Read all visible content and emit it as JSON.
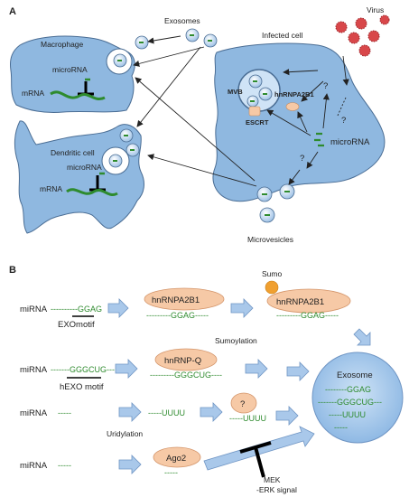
{
  "panel_a": {
    "label": "A",
    "macrophage": "Macrophage",
    "dendritic": "Dendritic cell",
    "infected": "Infected cell",
    "exosomes": "Exosomes",
    "virus": "Virus",
    "microvesicles": "Microvesicles",
    "microrna": "microRNA",
    "mrna": "mRNA",
    "mvb": "MVB",
    "escrt": "ESCRT",
    "hnrnp": "hnRNPA2B1",
    "question": "?"
  },
  "panel_b": {
    "label": "B",
    "mirna": "miRNA",
    "row1_seq": "----------GGAG",
    "exomotif": "EXOmotif",
    "hnrnpa2b1": "hnRNPA2B1",
    "row1_bound": "---------GGAG-----",
    "sumo": "Sumo",
    "sumoylation": "Sumoylation",
    "row2_seq": "-------GGGCUG---",
    "hexo_motif": "hEXO motif",
    "hnrnpq": "hnRNP-Q",
    "row2_bound": "---------GGGCUG----",
    "row3_seq": "-----",
    "row3_uridyl": "-----UUUU",
    "uridylation": "Uridylation",
    "row3_unknown": "?",
    "row3_bound": "-----UUUU",
    "row4_seq": "-----",
    "ago2": "Ago2",
    "row4_bound": "-----",
    "mek": "MEK",
    "erk": "-ERK signal",
    "exosome": "Exosome",
    "exo_lines": [
      "--------GGAG",
      "-------GGGCUG---",
      "-----UUUU",
      "-----"
    ]
  },
  "colors": {
    "cell_fill": "#8fb8e0",
    "cell_stroke": "#4a6d94",
    "box_fill": "#f6c9a6",
    "arrow_fill": "#a9c8ea",
    "arrow_stroke": "#6f95c4",
    "green": "#2e8b2e",
    "sumo": "#f0a030",
    "virus": "#d8474a"
  }
}
